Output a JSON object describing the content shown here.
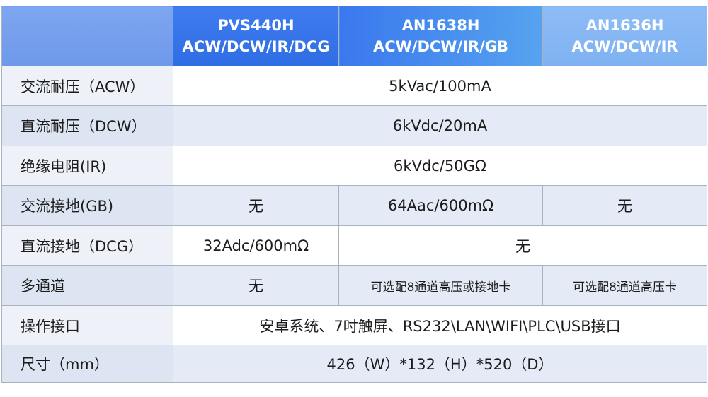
{
  "header": {
    "models": [
      {
        "name": "PVS440H",
        "tests": "ACW/DCW/IR/DCG"
      },
      {
        "name": "AN1638H",
        "tests": "ACW/DCW/IR/GB"
      },
      {
        "name": "AN1636H",
        "tests": "ACW/DCW/IR"
      }
    ]
  },
  "rows": {
    "acw": {
      "label": "交流耐压（ACW）",
      "value": "5kVac/100mA"
    },
    "dcw": {
      "label": "直流耐压（DCW）",
      "value": "6kVdc/20mA"
    },
    "ir": {
      "label": "绝缘电阻(IR)",
      "value": "6kVdc/50GΩ"
    },
    "gb": {
      "label": "交流接地(GB)",
      "pvs440h": "无",
      "an1638h": "64Aac/600mΩ",
      "an1636h": "无"
    },
    "dcg": {
      "label": "直流接地（DCG）",
      "pvs440h": "32Adc/600mΩ",
      "others": "无"
    },
    "multichannel": {
      "label": "多通道",
      "pvs440h": "无",
      "an1638h": "可选配8通道高压或接地卡",
      "an1636h": "可选配8通道高压卡"
    },
    "interface": {
      "label": "操作接口",
      "value": "安卓系统、7吋触屏、RS232\\LAN\\WIFI\\PLC\\USB接口"
    },
    "size": {
      "label": "尺寸（mm）",
      "value": "426（W）*132（H）*520（D）"
    }
  }
}
